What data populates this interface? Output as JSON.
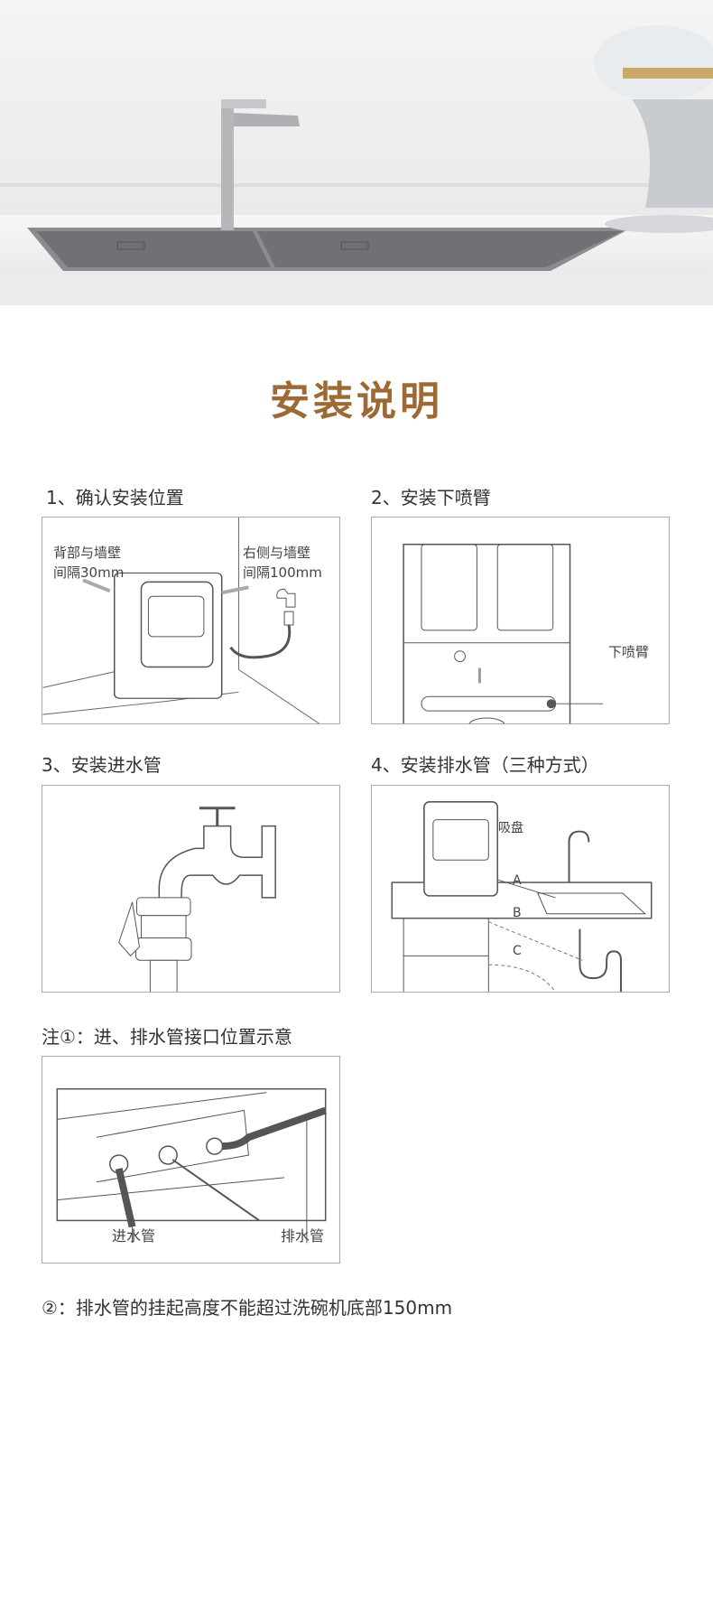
{
  "title": "安装说明",
  "steps": [
    {
      "heading": "1、确认安装位置",
      "labels": [
        "背部与墙壁",
        "间隔30mm",
        "右侧与墙壁",
        "间隔100mm"
      ]
    },
    {
      "heading": "2、安装下喷臂",
      "labels": [
        "下喷臂"
      ]
    },
    {
      "heading": "3、安装进水管"
    },
    {
      "heading": "4、安装排水管（三种方式）",
      "labels": [
        "吸盘",
        "A",
        "B",
        "C"
      ]
    }
  ],
  "note1": {
    "heading": "注①：进、排水管接口位置示意",
    "labels": [
      "进水管",
      "排水管"
    ]
  },
  "note2": "②：排水管的挂起高度不能超过洗碗机底部150mm",
  "colors": {
    "title": "#9c6a35",
    "border": "#aaaaaa"
  }
}
